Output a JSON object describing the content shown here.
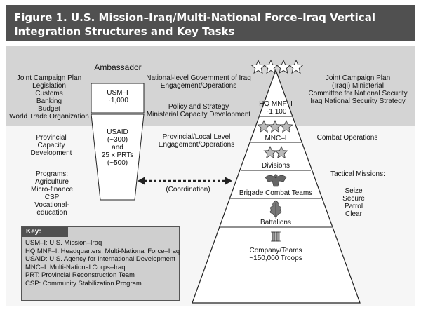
{
  "title": "Figure 1. U.S. Mission–Iraq/Multi-National Force–Iraq Vertical Integration Structures and Key Tasks",
  "ambassador": "Ambassador",
  "left_top_list": [
    "Joint Campaign Plan",
    "Legislation",
    "Customs",
    "Banking",
    "Budget",
    "World Trade Organization"
  ],
  "left_mid_list": [
    "Provincial",
    "Capacity",
    "Development"
  ],
  "programs_list": [
    "Programs:",
    "Agriculture",
    "Micro-finance",
    "CSP",
    "Vocational-",
    "education"
  ],
  "usm_box": [
    "USM–I",
    "~1,000"
  ],
  "usaid_box": [
    "USAID",
    "(~300)",
    "and",
    "25 x PRTs",
    "(~500)"
  ],
  "center_items": [
    [
      "National-level Government of Iraq",
      "Engagement/Operations"
    ],
    [
      "Policy and Strategy",
      "Ministerial Capacity Development"
    ],
    [
      "Provincial/Local Level",
      "Engagement/Operations"
    ]
  ],
  "coordination": "(Coordination)",
  "pyramid": {
    "hq": [
      "HQ MNF–I",
      "~1,100"
    ],
    "mnc": "MNC–I",
    "divisions": "Divisions",
    "bct": "Brigade Combat Teams",
    "battalions": "Battalions",
    "company": [
      "Company/Teams",
      "~150,000 Troops"
    ]
  },
  "right_top_list": [
    "Joint Campaign Plan",
    "(Iraqi) Ministerial",
    "Committee for National Security",
    "Iraq National Security Strategy"
  ],
  "combat_ops": "Combat Operations",
  "tactical_missions": "Tactical Missions:",
  "tactical_list": [
    "Seize",
    "Secure",
    "Patrol",
    "Clear"
  ],
  "key": {
    "heading": "Key:",
    "lines": [
      "USM–I: U.S. Mission–Iraq",
      "HQ MNF–I: Headquarters, Multi-National Force–Iraq",
      "USAID: U.S. Agency for International Development",
      "MNC–I: Multi-National Corps–Iraq",
      "PRT: Provincial Reconstruction Team",
      "CSP: Community Stabilization Program"
    ]
  }
}
